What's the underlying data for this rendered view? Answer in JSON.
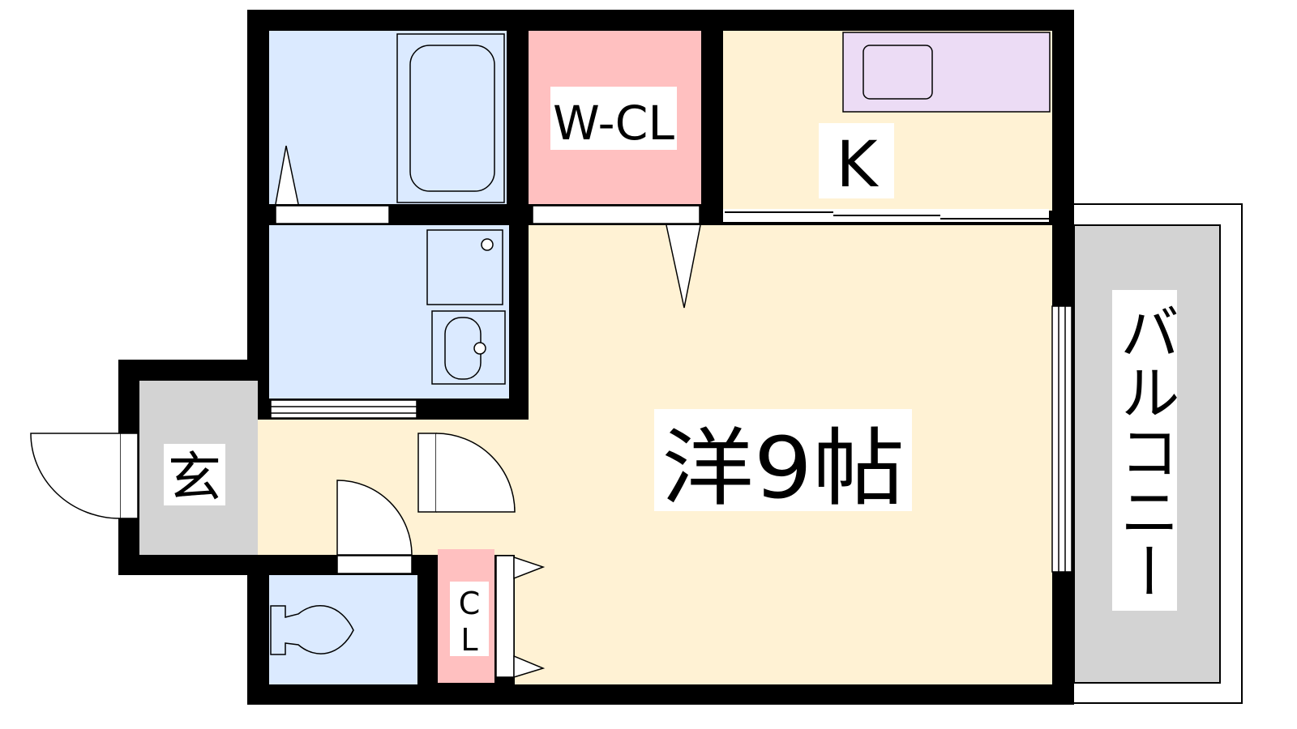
{
  "rooms": {
    "walk_in_closet": "W-CL",
    "kitchen": "K",
    "western_room": "洋9帖",
    "balcony": "バルコニー",
    "entrance": "玄",
    "closet_c": "C",
    "closet_l": "L"
  },
  "colors": {
    "wet_area": "#dbeaff",
    "closet": "#ffc0c0",
    "living": "#fff2d4",
    "kitchen_counter": "#ecdcf5",
    "balcony": "#d3d3d3",
    "wall": "#000000"
  }
}
